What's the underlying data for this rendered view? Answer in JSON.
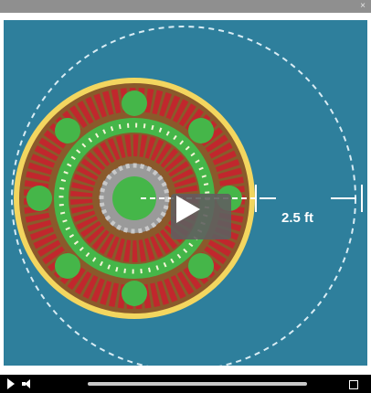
{
  "window": {
    "close_glyph": "×"
  },
  "diagram": {
    "dimension_label": "2.5 ft",
    "colors": {
      "water": "#2e7f9c",
      "soil": "#8a5a2b",
      "rim": "#f3d65f",
      "bean_leaf": "#45b649",
      "tomato": "#c1272d",
      "flower_dot": "#f5f5d8",
      "center_stone": "#9a9a9a"
    }
  },
  "player": {
    "play_icon": "play-icon",
    "progress": 0.0,
    "controls": [
      "play-icon",
      "volume-icon",
      "seek-bar",
      "fullscreen-icon"
    ]
  }
}
